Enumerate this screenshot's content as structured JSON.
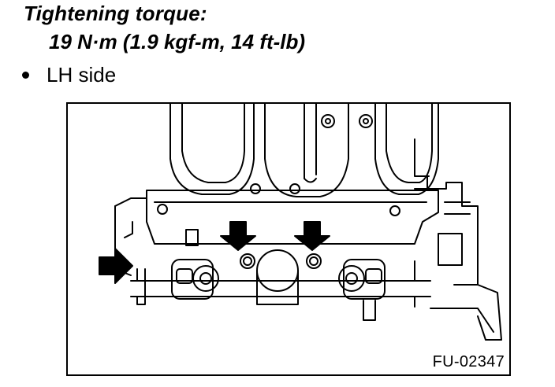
{
  "spec": {
    "heading": "Tightening torque:",
    "value": "19 N·m (1.9 kgf-m, 14 ft-lb)"
  },
  "bullet": {
    "text": "LH side"
  },
  "figure": {
    "code": "FU-02347",
    "arrow_count": 3
  },
  "colors": {
    "ink": "#000000",
    "paper": "#ffffff"
  }
}
